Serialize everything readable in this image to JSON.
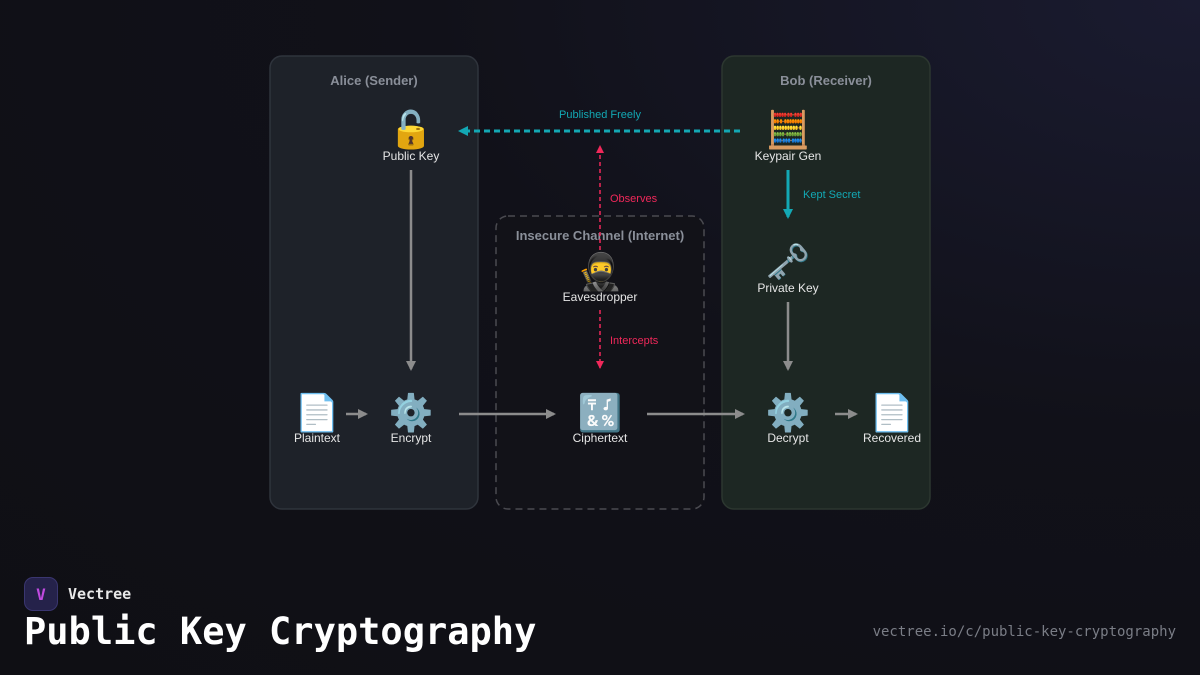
{
  "diagram": {
    "groups": {
      "alice": "Alice (Sender)",
      "channel": "Insecure Channel (Internet)",
      "bob": "Bob (Receiver)"
    },
    "nodes": {
      "public_key": {
        "label": "Public Key",
        "icon": "🔓"
      },
      "keypair_gen": {
        "label": "Keypair Gen",
        "icon": "🧮"
      },
      "private_key": {
        "label": "Private Key",
        "icon": "🗝️"
      },
      "eavesdropper": {
        "label": "Eavesdropper",
        "icon": "🥷"
      },
      "plaintext": {
        "label": "Plaintext",
        "icon": "📄"
      },
      "encrypt": {
        "label": "Encrypt",
        "icon": "⚙️"
      },
      "ciphertext": {
        "label": "Ciphertext",
        "icon": "🔣"
      },
      "decrypt": {
        "label": "Decrypt",
        "icon": "⚙️"
      },
      "recovered": {
        "label": "Recovered",
        "icon": "📄"
      }
    },
    "edges": {
      "published": "Published Freely",
      "kept_secret": "Kept Secret",
      "observes": "Observes",
      "intercepts": "Intercepts"
    },
    "colors": {
      "teal": "#13a8b4",
      "red": "#f0285a",
      "gray": "#8c8c8c"
    }
  },
  "footer": {
    "brand": "Vectree",
    "title": "Public Key Cryptography",
    "url": "vectree.io/c/public-key-cryptography"
  }
}
